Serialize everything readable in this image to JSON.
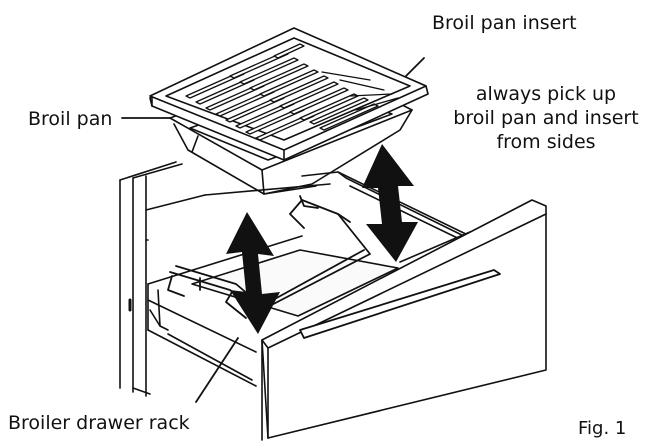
{
  "labels": {
    "broil_pan_insert": "Broil pan insert",
    "broil_pan": "Broil pan",
    "note_lines": [
      "always pick up",
      "broil pan and insert",
      "from sides"
    ],
    "broiler_drawer_rack": "Broiler drawer rack",
    "figure": "Fig. 1"
  },
  "colors": {
    "line": "#111111",
    "arrow": "#111111",
    "background": "#ffffff"
  }
}
